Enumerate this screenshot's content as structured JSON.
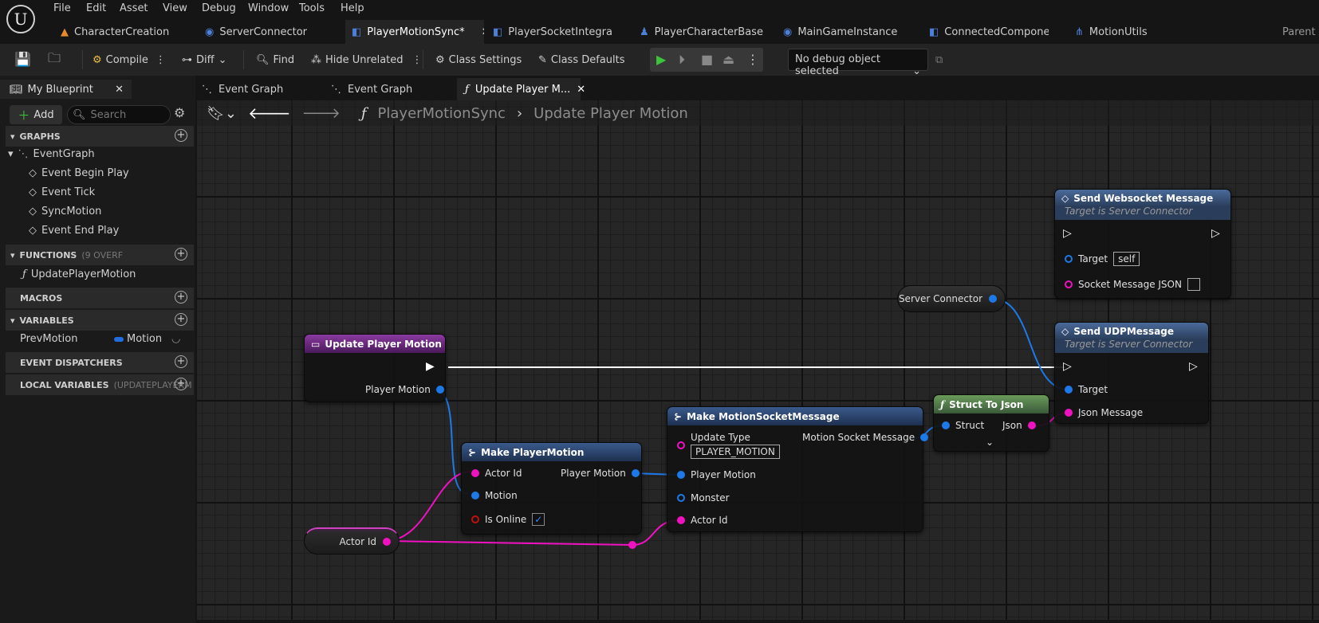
{
  "menu": [
    "File",
    "Edit",
    "Asset",
    "View",
    "Debug",
    "Window",
    "Tools",
    "Help"
  ],
  "asset_tabs": [
    {
      "label": "CharacterCreation",
      "icon": "level-icon"
    },
    {
      "label": "ServerConnector",
      "icon": "blueprint-icon"
    },
    {
      "label": "PlayerMotionSync*",
      "icon": "class-icon",
      "active": true
    },
    {
      "label": "PlayerSocketIntegra...",
      "icon": "class-icon"
    },
    {
      "label": "PlayerCharacterBase",
      "icon": "character-icon"
    },
    {
      "label": "MainGameInstance",
      "icon": "blueprint-icon"
    },
    {
      "label": "ConnectedCompone...",
      "icon": "class-icon"
    },
    {
      "label": "MotionUtils",
      "icon": "macro-icon"
    },
    {
      "label": "Parent",
      "icon": ""
    }
  ],
  "toolbar": {
    "compile": "Compile",
    "diff": "Diff",
    "find": "Find",
    "hide_unrelated": "Hide Unrelated",
    "class_settings": "Class Settings",
    "class_defaults": "Class Defaults",
    "debug_select": "No debug object selected"
  },
  "left_panel": {
    "title": "My Blueprint",
    "add": "Add",
    "search_placeholder": "Search",
    "graphs_header": "GRAPHS",
    "event_graph": "EventGraph",
    "events": [
      "Event Begin Play",
      "Event Tick",
      "SyncMotion",
      "Event End Play"
    ],
    "functions_header": "FUNCTIONS",
    "functions_suffix": "(9 OVERF",
    "function_item": "UpdatePlayerMotion",
    "macros_header": "MACROS",
    "variables_header": "VARIABLES",
    "variable_name": "PrevMotion",
    "variable_type": "Motion",
    "dispatchers_header": "EVENT DISPATCHERS",
    "local_header": "LOCAL VARIABLES",
    "local_suffix": "(UPDATEPLAYERM"
  },
  "graph_tabs": [
    "Event Graph",
    "Event Graph",
    "Update Player M..."
  ],
  "breadcrumb": {
    "root": "PlayerMotionSync",
    "current": "Update Player Motion"
  },
  "nodes": {
    "entry": {
      "title": "Update Player Motion",
      "pin": "Player Motion"
    },
    "make_player_motion": {
      "title": "Make PlayerMotion",
      "pins": [
        "Actor Id",
        "Motion",
        "Is Online"
      ],
      "out": "Player Motion"
    },
    "make_socket_msg": {
      "title": "Make MotionSocketMessage",
      "update_type_label": "Update Type",
      "update_type_value": "PLAYER_MOTION",
      "out": "Motion Socket Message",
      "pins": [
        "Player Motion",
        "Monster",
        "Actor Id"
      ]
    },
    "struct_to_json": {
      "title": "Struct To Json",
      "in": "Struct",
      "out": "Json"
    },
    "send_websocket": {
      "title": "Send Websocket Message",
      "subtitle": "Target is Server Connector",
      "target": "Target",
      "target_value": "self",
      "msg": "Socket Message JSON"
    },
    "send_udp": {
      "title": "Send UDPMessage",
      "subtitle": "Target is Server Connector",
      "target": "Target",
      "msg": "Json Message"
    },
    "server_connector": {
      "title": "Server Connector"
    },
    "actor_id": {
      "title": "Actor Id"
    }
  },
  "colors": {
    "struct_pin": "#1e79e8",
    "string_pin": "#f011c0",
    "function_header": "#3a5a8c",
    "entry_header": "#7a2a8a",
    "pure_header": "#4a7a3a"
  }
}
